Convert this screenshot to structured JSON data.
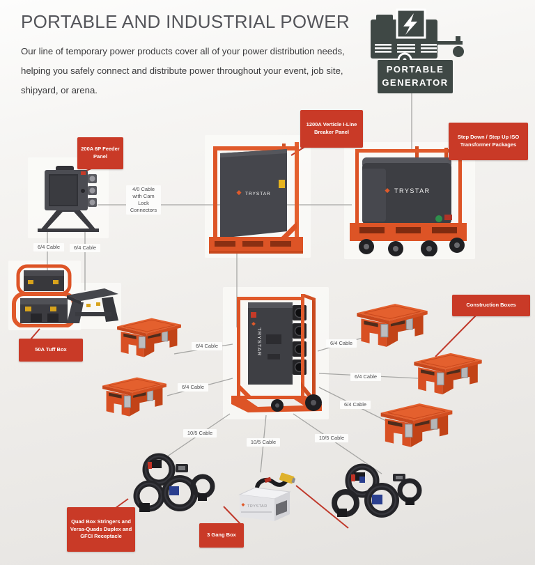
{
  "header": {
    "title": "PORTABLE AND INDUSTRIAL POWER",
    "intro": "Our line of temporary power products cover all of your power distribution needs, helping you safely connect and distribute power throughout your event, job site, shipyard, or arena."
  },
  "brand": "TRYSTAR",
  "generator_sign": {
    "line1": "PORTABLE",
    "line2": "GENERATOR"
  },
  "labels": {
    "feeder": "200A 6P Feeder Panel",
    "breaker": "1200A Verticle I-Line Breaker Panel",
    "transformer": "Step Down / Step Up ISO Transformer Packages",
    "tuff_box": "50A Tuff Box",
    "construction": "Construction Boxes",
    "quad_box": "Quad Box Stringers and Versa-Quads Duplex and GFCI Receptacle",
    "gang_box": "3 Gang Box"
  },
  "cables": {
    "cam_lock": "4/0 Cable with Cam Lock Connectors",
    "c_64": "6/4 Cable",
    "c_105": "10/5 Cable"
  },
  "icons": {
    "generator": "portable-generator-icon",
    "lightning": "lightning-bolt-icon"
  },
  "colors": {
    "accent_red": "#c93a27",
    "brand_orange": "#dd5426",
    "dark_grey": "#3f4045",
    "generator_dark": "#3f4845"
  }
}
